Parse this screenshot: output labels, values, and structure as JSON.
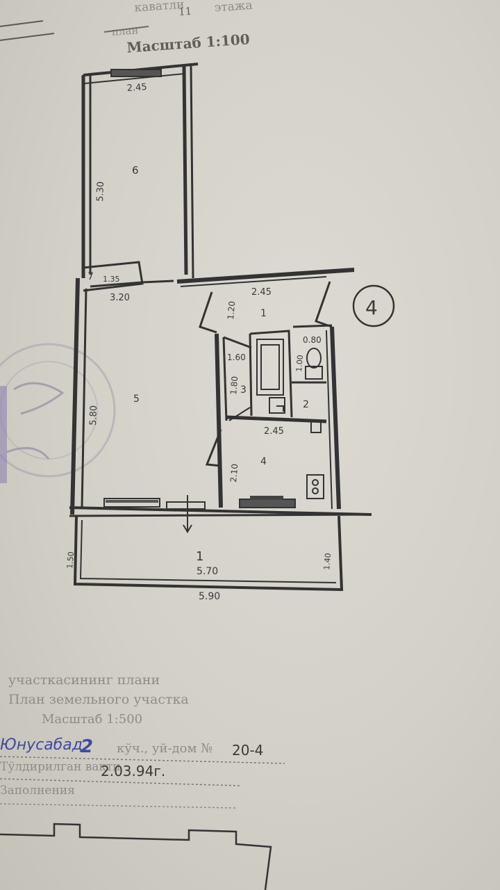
{
  "header": {
    "title_partial": "каватли",
    "floor_number": "11",
    "floor_word": "этажа",
    "plan_word": "план",
    "scale": "Масштаб 1:100"
  },
  "dimensions": {
    "room6_width": "2.45",
    "room6_length": "5.30",
    "room7_width": "1.35",
    "room5_width": "3.20",
    "room5_length": "5.80",
    "room1_width": "2.45",
    "room1_length": "1.20",
    "room2_width": "0.80",
    "room2_length": "1.00",
    "room3_length": "1.80",
    "room3_width": "1.60",
    "room4_width": "2.45",
    "room4_length": "2.10",
    "balcony_width": "5.70",
    "balcony_outer": "5.90",
    "balcony_left": "1.50",
    "balcony_right": "1.40"
  },
  "rooms": {
    "r1": "1",
    "r2": "2",
    "r3": "3",
    "r4": "4",
    "r5": "5",
    "r6": "6",
    "r7": "7",
    "balcony": "1"
  },
  "apartment_marker": "4",
  "footer": {
    "line1": "участкасининг плани",
    "line2": "План земельного участка",
    "line3": "Масштаб 1:500",
    "street_handwritten": "Юнусабад",
    "district_number": "2",
    "street_type_printed": "кўч., уй-дом №",
    "house_handwritten": "20-4",
    "date_label": "Тўлдирилган вақти",
    "date_handwritten": "2.03.94г.",
    "signature_label": "Заполнения"
  },
  "colors": {
    "ink": "#3a3a3a",
    "paper": "#d4d2c9",
    "stamp": "#9a98a8",
    "blue_ink": "#3f4aa0"
  }
}
